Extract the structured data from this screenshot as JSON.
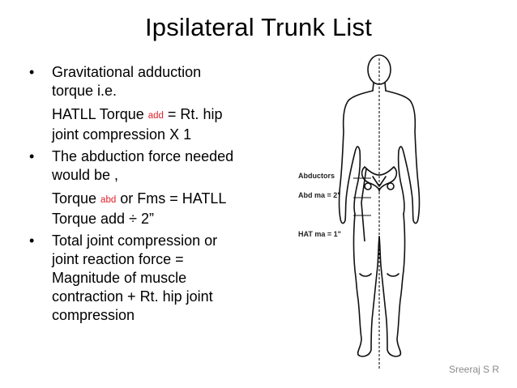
{
  "slide": {
    "title": "Ipsilateral Trunk List",
    "bullet1": {
      "line1": "Gravitational adduction",
      "line2": "torque i.e.",
      "line3_pre": "HATLL Torque ",
      "line3_sub": "add",
      "line3_post": " = Rt. hip",
      "line4": "joint compression  X 1"
    },
    "bullet2": {
      "line1": "The abduction force needed",
      "line2": "would be ,",
      "line3_pre": "Torque ",
      "line3_sub": "abd",
      "line3_post": " or Fms = HATLL",
      "line4": "Torque add ÷ 2”"
    },
    "bullet3": {
      "line1": "Total joint compression or",
      "line2": "joint reaction force =",
      "line3": "Magnitude  of muscle",
      "line4": "contraction  +  Rt. hip joint",
      "line5": "compression"
    },
    "bullet_glyph": "•",
    "figure": {
      "label_abductors": "Abductors",
      "label_abd_ma": "Abd ma = 2\"",
      "label_hat_ma": "HAT ma = 1\""
    },
    "credit": "Sreeraj S R"
  }
}
